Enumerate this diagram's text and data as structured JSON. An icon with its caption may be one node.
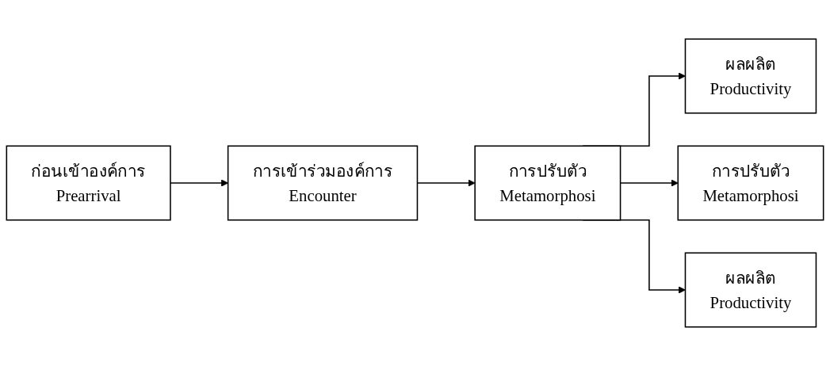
{
  "diagram": {
    "nodes": [
      {
        "text": [
          "ก่อนเข้าองค์การ",
          "Prearrival"
        ]
      },
      {
        "text": [
          "การเข้าร่วมองค์การ",
          "Encounter"
        ]
      },
      {
        "text": [
          "การปรับตัว",
          "Metamorphosi"
        ]
      },
      {
        "text": [
          "ผลผลิต",
          "Productivity"
        ]
      },
      {
        "text": [
          "การปรับตัว",
          "Metamorphosi"
        ]
      },
      {
        "text": [
          "ผลผลิต",
          "Productivity"
        ]
      }
    ],
    "edges": [
      {
        "from": 0,
        "to": 1,
        "arrow": "to"
      },
      {
        "from": 1,
        "to": 2,
        "arrow": "to"
      },
      {
        "from": 2,
        "to": 3,
        "arrow": "to"
      },
      {
        "from": 2,
        "to": 4,
        "arrow": "to"
      },
      {
        "from": 2,
        "to": 5,
        "arrow": "to"
      }
    ]
  }
}
